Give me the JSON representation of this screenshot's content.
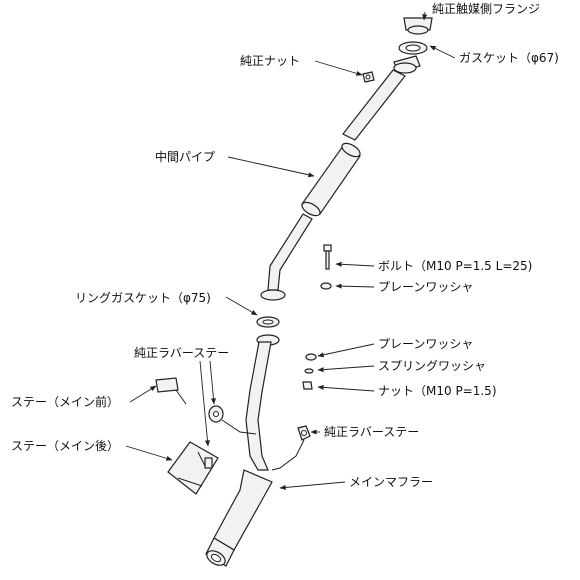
{
  "labels": {
    "oem_catalyst_flange": "純正触媒側フランジ",
    "oem_nut": "純正ナット",
    "gasket_67": "ガスケット（φ67)",
    "center_pipe": "中間パイプ",
    "bolt": "ボルト（M10 P=1.5 L=25)",
    "plain_washer_1": "プレーンワッシャ",
    "ring_gasket": "リングガスケット（φ75)",
    "plain_washer_2": "プレーンワッシャ",
    "spring_washer": "スプリングワッシャ",
    "oem_rubber_stay_1": "純正ラバーステー",
    "nut": "ナット（M10 P=1.5)",
    "stay_front": "ステー（メイン前）",
    "stay_rear": "ステー（メイン後）",
    "oem_rubber_stay_2": "純正ラバーステー",
    "main_muffler": "メインマフラー"
  }
}
